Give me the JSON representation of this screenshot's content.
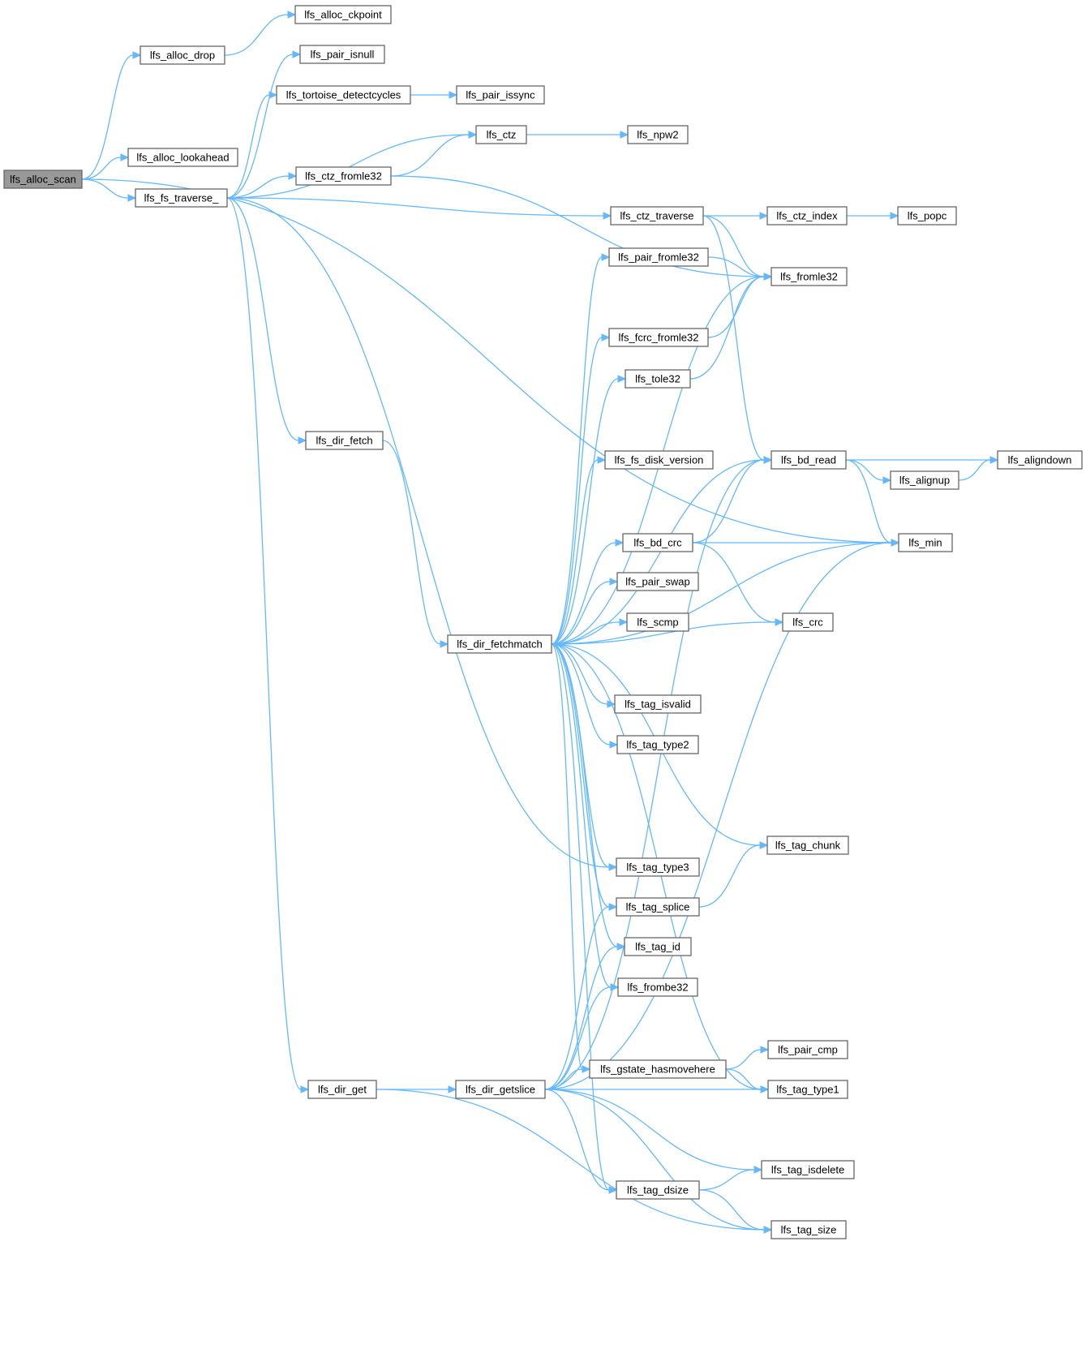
{
  "graph": {
    "colors": {
      "edge": "#63b8ff",
      "node_border": "#666666",
      "root_fill": "#999999",
      "node_fill": "#ffffff"
    },
    "root": "lfs_alloc_scan",
    "nodes": [
      {
        "id": "lfs_alloc_scan",
        "label": "lfs_alloc_scan"
      },
      {
        "id": "lfs_alloc_drop",
        "label": "lfs_alloc_drop"
      },
      {
        "id": "lfs_alloc_ckpoint",
        "label": "lfs_alloc_ckpoint"
      },
      {
        "id": "lfs_alloc_lookahead",
        "label": "lfs_alloc_lookahead"
      },
      {
        "id": "lfs_fs_traverse_",
        "label": "lfs_fs_traverse_"
      },
      {
        "id": "lfs_pair_isnull",
        "label": "lfs_pair_isnull"
      },
      {
        "id": "lfs_tortoise_detectcycles",
        "label": "lfs_tortoise_detectcycles"
      },
      {
        "id": "lfs_pair_issync",
        "label": "lfs_pair_issync"
      },
      {
        "id": "lfs_ctz",
        "label": "lfs_ctz"
      },
      {
        "id": "lfs_npw2",
        "label": "lfs_npw2"
      },
      {
        "id": "lfs_ctz_fromle32",
        "label": "lfs_ctz_fromle32"
      },
      {
        "id": "lfs_ctz_traverse",
        "label": "lfs_ctz_traverse"
      },
      {
        "id": "lfs_ctz_index",
        "label": "lfs_ctz_index"
      },
      {
        "id": "lfs_popc",
        "label": "lfs_popc"
      },
      {
        "id": "lfs_pair_fromle32",
        "label": "lfs_pair_fromle32"
      },
      {
        "id": "lfs_fromle32",
        "label": "lfs_fromle32"
      },
      {
        "id": "lfs_fcrc_fromle32",
        "label": "lfs_fcrc_fromle32"
      },
      {
        "id": "lfs_tole32",
        "label": "lfs_tole32"
      },
      {
        "id": "lfs_dir_fetch",
        "label": "lfs_dir_fetch"
      },
      {
        "id": "lfs_fs_disk_version",
        "label": "lfs_fs_disk_version"
      },
      {
        "id": "lfs_bd_read",
        "label": "lfs_bd_read"
      },
      {
        "id": "lfs_aligndown",
        "label": "lfs_aligndown"
      },
      {
        "id": "lfs_alignup",
        "label": "lfs_alignup"
      },
      {
        "id": "lfs_bd_crc",
        "label": "lfs_bd_crc"
      },
      {
        "id": "lfs_min",
        "label": "lfs_min"
      },
      {
        "id": "lfs_pair_swap",
        "label": "lfs_pair_swap"
      },
      {
        "id": "lfs_scmp",
        "label": "lfs_scmp"
      },
      {
        "id": "lfs_crc",
        "label": "lfs_crc"
      },
      {
        "id": "lfs_dir_fetchmatch",
        "label": "lfs_dir_fetchmatch"
      },
      {
        "id": "lfs_tag_isvalid",
        "label": "lfs_tag_isvalid"
      },
      {
        "id": "lfs_tag_type2",
        "label": "lfs_tag_type2"
      },
      {
        "id": "lfs_tag_chunk",
        "label": "lfs_tag_chunk"
      },
      {
        "id": "lfs_tag_type3",
        "label": "lfs_tag_type3"
      },
      {
        "id": "lfs_tag_splice",
        "label": "lfs_tag_splice"
      },
      {
        "id": "lfs_tag_id",
        "label": "lfs_tag_id"
      },
      {
        "id": "lfs_frombe32",
        "label": "lfs_frombe32"
      },
      {
        "id": "lfs_pair_cmp",
        "label": "lfs_pair_cmp"
      },
      {
        "id": "lfs_gstate_hasmovehere",
        "label": "lfs_gstate_hasmovehere"
      },
      {
        "id": "lfs_dir_get",
        "label": "lfs_dir_get"
      },
      {
        "id": "lfs_dir_getslice",
        "label": "lfs_dir_getslice"
      },
      {
        "id": "lfs_tag_type1",
        "label": "lfs_tag_type1"
      },
      {
        "id": "lfs_tag_isdelete",
        "label": "lfs_tag_isdelete"
      },
      {
        "id": "lfs_tag_dsize",
        "label": "lfs_tag_dsize"
      },
      {
        "id": "lfs_tag_size",
        "label": "lfs_tag_size"
      }
    ],
    "edges": [
      [
        "lfs_alloc_scan",
        "lfs_alloc_drop"
      ],
      [
        "lfs_alloc_scan",
        "lfs_alloc_lookahead"
      ],
      [
        "lfs_alloc_scan",
        "lfs_fs_traverse_"
      ],
      [
        "lfs_alloc_scan",
        "lfs_min"
      ],
      [
        "lfs_alloc_drop",
        "lfs_alloc_ckpoint"
      ],
      [
        "lfs_fs_traverse_",
        "lfs_pair_isnull"
      ],
      [
        "lfs_fs_traverse_",
        "lfs_tortoise_detectcycles"
      ],
      [
        "lfs_fs_traverse_",
        "lfs_ctz"
      ],
      [
        "lfs_fs_traverse_",
        "lfs_ctz_fromle32"
      ],
      [
        "lfs_fs_traverse_",
        "lfs_ctz_traverse"
      ],
      [
        "lfs_fs_traverse_",
        "lfs_dir_fetch"
      ],
      [
        "lfs_fs_traverse_",
        "lfs_tag_type3"
      ],
      [
        "lfs_fs_traverse_",
        "lfs_dir_get"
      ],
      [
        "lfs_tortoise_detectcycles",
        "lfs_pair_issync"
      ],
      [
        "lfs_ctz",
        "lfs_npw2"
      ],
      [
        "lfs_ctz_fromle32",
        "lfs_ctz"
      ],
      [
        "lfs_ctz_fromle32",
        "lfs_fromle32"
      ],
      [
        "lfs_ctz_traverse",
        "lfs_ctz_index"
      ],
      [
        "lfs_ctz_traverse",
        "lfs_fromle32"
      ],
      [
        "lfs_ctz_traverse",
        "lfs_bd_read"
      ],
      [
        "lfs_ctz_index",
        "lfs_popc"
      ],
      [
        "lfs_pair_fromle32",
        "lfs_fromle32"
      ],
      [
        "lfs_fcrc_fromle32",
        "lfs_fromle32"
      ],
      [
        "lfs_tole32",
        "lfs_fromle32"
      ],
      [
        "lfs_dir_fetch",
        "lfs_dir_fetchmatch"
      ],
      [
        "lfs_bd_read",
        "lfs_aligndown"
      ],
      [
        "lfs_bd_read",
        "lfs_alignup"
      ],
      [
        "lfs_bd_read",
        "lfs_min"
      ],
      [
        "lfs_alignup",
        "lfs_aligndown"
      ],
      [
        "lfs_bd_crc",
        "lfs_bd_read"
      ],
      [
        "lfs_bd_crc",
        "lfs_min"
      ],
      [
        "lfs_bd_crc",
        "lfs_crc"
      ],
      [
        "lfs_dir_fetchmatch",
        "lfs_pair_fromle32"
      ],
      [
        "lfs_dir_fetchmatch",
        "lfs_fromle32"
      ],
      [
        "lfs_dir_fetchmatch",
        "lfs_fcrc_fromle32"
      ],
      [
        "lfs_dir_fetchmatch",
        "lfs_tole32"
      ],
      [
        "lfs_dir_fetchmatch",
        "lfs_bd_read"
      ],
      [
        "lfs_dir_fetchmatch",
        "lfs_fs_disk_version"
      ],
      [
        "lfs_dir_fetchmatch",
        "lfs_min"
      ],
      [
        "lfs_dir_fetchmatch",
        "lfs_bd_crc"
      ],
      [
        "lfs_dir_fetchmatch",
        "lfs_pair_swap"
      ],
      [
        "lfs_dir_fetchmatch",
        "lfs_scmp"
      ],
      [
        "lfs_dir_fetchmatch",
        "lfs_crc"
      ],
      [
        "lfs_dir_fetchmatch",
        "lfs_tag_isvalid"
      ],
      [
        "lfs_dir_fetchmatch",
        "lfs_tag_type2"
      ],
      [
        "lfs_dir_fetchmatch",
        "lfs_tag_chunk"
      ],
      [
        "lfs_dir_fetchmatch",
        "lfs_tag_type3"
      ],
      [
        "lfs_dir_fetchmatch",
        "lfs_tag_splice"
      ],
      [
        "lfs_dir_fetchmatch",
        "lfs_tag_id"
      ],
      [
        "lfs_dir_fetchmatch",
        "lfs_frombe32"
      ],
      [
        "lfs_dir_fetchmatch",
        "lfs_tag_type1"
      ],
      [
        "lfs_dir_fetchmatch",
        "lfs_gstate_hasmovehere"
      ],
      [
        "lfs_dir_fetchmatch",
        "lfs_tag_dsize"
      ],
      [
        "lfs_tag_splice",
        "lfs_tag_chunk"
      ],
      [
        "lfs_gstate_hasmovehere",
        "lfs_pair_cmp"
      ],
      [
        "lfs_gstate_hasmovehere",
        "lfs_tag_type1"
      ],
      [
        "lfs_dir_get",
        "lfs_dir_getslice"
      ],
      [
        "lfs_dir_get",
        "lfs_tag_size"
      ],
      [
        "lfs_dir_getslice",
        "lfs_bd_read"
      ],
      [
        "lfs_dir_getslice",
        "lfs_tag_splice"
      ],
      [
        "lfs_dir_getslice",
        "lfs_tag_id"
      ],
      [
        "lfs_dir_getslice",
        "lfs_frombe32"
      ],
      [
        "lfs_dir_getslice",
        "lfs_gstate_hasmovehere"
      ],
      [
        "lfs_dir_getslice",
        "lfs_tag_type1"
      ],
      [
        "lfs_dir_getslice",
        "lfs_tag_isdelete"
      ],
      [
        "lfs_dir_getslice",
        "lfs_tag_dsize"
      ],
      [
        "lfs_dir_getslice",
        "lfs_tag_size"
      ],
      [
        "lfs_dir_getslice",
        "lfs_min"
      ],
      [
        "lfs_tag_dsize",
        "lfs_tag_isdelete"
      ],
      [
        "lfs_tag_dsize",
        "lfs_tag_size"
      ]
    ]
  }
}
